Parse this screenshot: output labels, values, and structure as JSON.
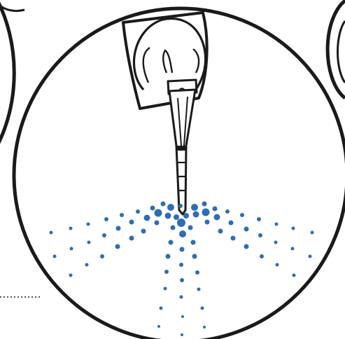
{
  "colors": {
    "outline": "#1a1a1a",
    "spray": "#2f6db4",
    "background": "#ffffff"
  },
  "figure": {
    "subject": "handpiece-tip-with-water-spray",
    "neighbor_circles": 2,
    "leader_line": "dotted"
  },
  "spray": {
    "pattern": "fan",
    "color_key": "spray"
  }
}
